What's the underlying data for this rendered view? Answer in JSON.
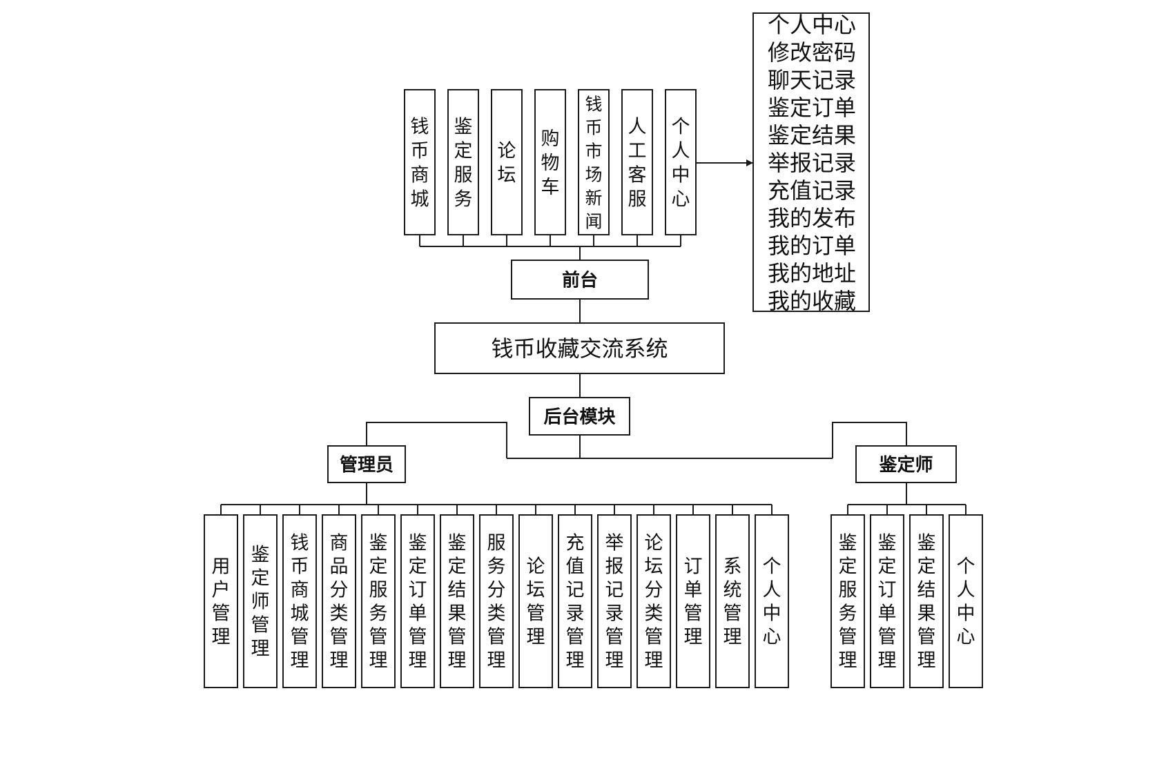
{
  "system": {
    "title": "钱币收藏交流系统"
  },
  "frontend": {
    "label": "前台",
    "modules": [
      "钱币商城",
      "鉴定服务",
      "论坛",
      "购物车",
      "钱币市场新闻",
      "人工客服",
      "个人中心"
    ],
    "personal_center_items": [
      "个人中心",
      "修改密码",
      "聊天记录",
      "鉴定订单",
      "鉴定结果",
      "举报记录",
      "充值记录",
      "我的发布",
      "我的订单",
      "我的地址",
      "我的收藏"
    ]
  },
  "backend": {
    "label": "后台模块",
    "admin": {
      "label": "管理员",
      "modules": [
        "用户管理",
        "鉴定师管理",
        "钱币商城管理",
        "商品分类管理",
        "鉴定服务管理",
        "鉴定订单管理",
        "鉴定结果管理",
        "服务分类管理",
        "论坛管理",
        "充值记录管理",
        "举报记录管理",
        "论坛分类管理",
        "订单管理",
        "系统管理",
        "个人中心"
      ]
    },
    "appraiser": {
      "label": "鉴定师",
      "modules": [
        "鉴定服务管理",
        "鉴定订单管理",
        "鉴定结果管理",
        "个人中心"
      ]
    }
  },
  "colors": {
    "stroke": "#1a1a1a",
    "text": "#111111",
    "background": "#ffffff"
  }
}
